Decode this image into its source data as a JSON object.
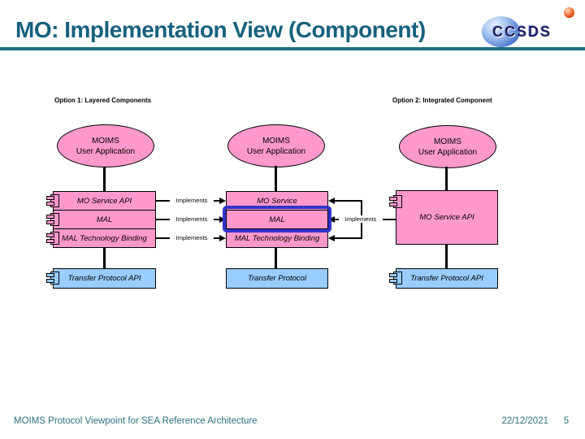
{
  "title": "MO: Implementation View (Component)",
  "logo": {
    "text": "CCSDS"
  },
  "colors": {
    "title_teal": "#16617E",
    "rule_teal": "#1C6F80",
    "footer_teal": "#2F7080",
    "component_pink": "#FF99CC",
    "transport_blue": "#99CCFF",
    "highlight_border": "#3333CC"
  },
  "diagram": {
    "option1": {
      "label": "Option 1: Layered Components",
      "app": {
        "line1": "MOIMS",
        "line2": "User Application"
      },
      "layers": [
        "MO Service API",
        "MAL",
        "MAL Technology Binding"
      ],
      "transport": "Transfer Protocol API",
      "implements": [
        "Implements",
        "Implements",
        "Implements"
      ]
    },
    "integrated": {
      "app": {
        "line1": "MOIMS",
        "line2": "User Application"
      },
      "layers": [
        "MO Service",
        "MAL",
        "MAL Technology Binding"
      ],
      "highlighted_layer": "MAL",
      "transport": "Transfer Protocol"
    },
    "option2": {
      "label": "Option 2: Integrated Component",
      "app": {
        "line1": "MOIMS",
        "line2": "User Application"
      },
      "component": "MO Service API",
      "transport": "Transfer Protocol API",
      "implements": "Implements"
    }
  },
  "footer": {
    "left": "MOIMS Protocol Viewpoint for SEA Reference Architecture",
    "date": "22/12/2021",
    "page": "5"
  }
}
